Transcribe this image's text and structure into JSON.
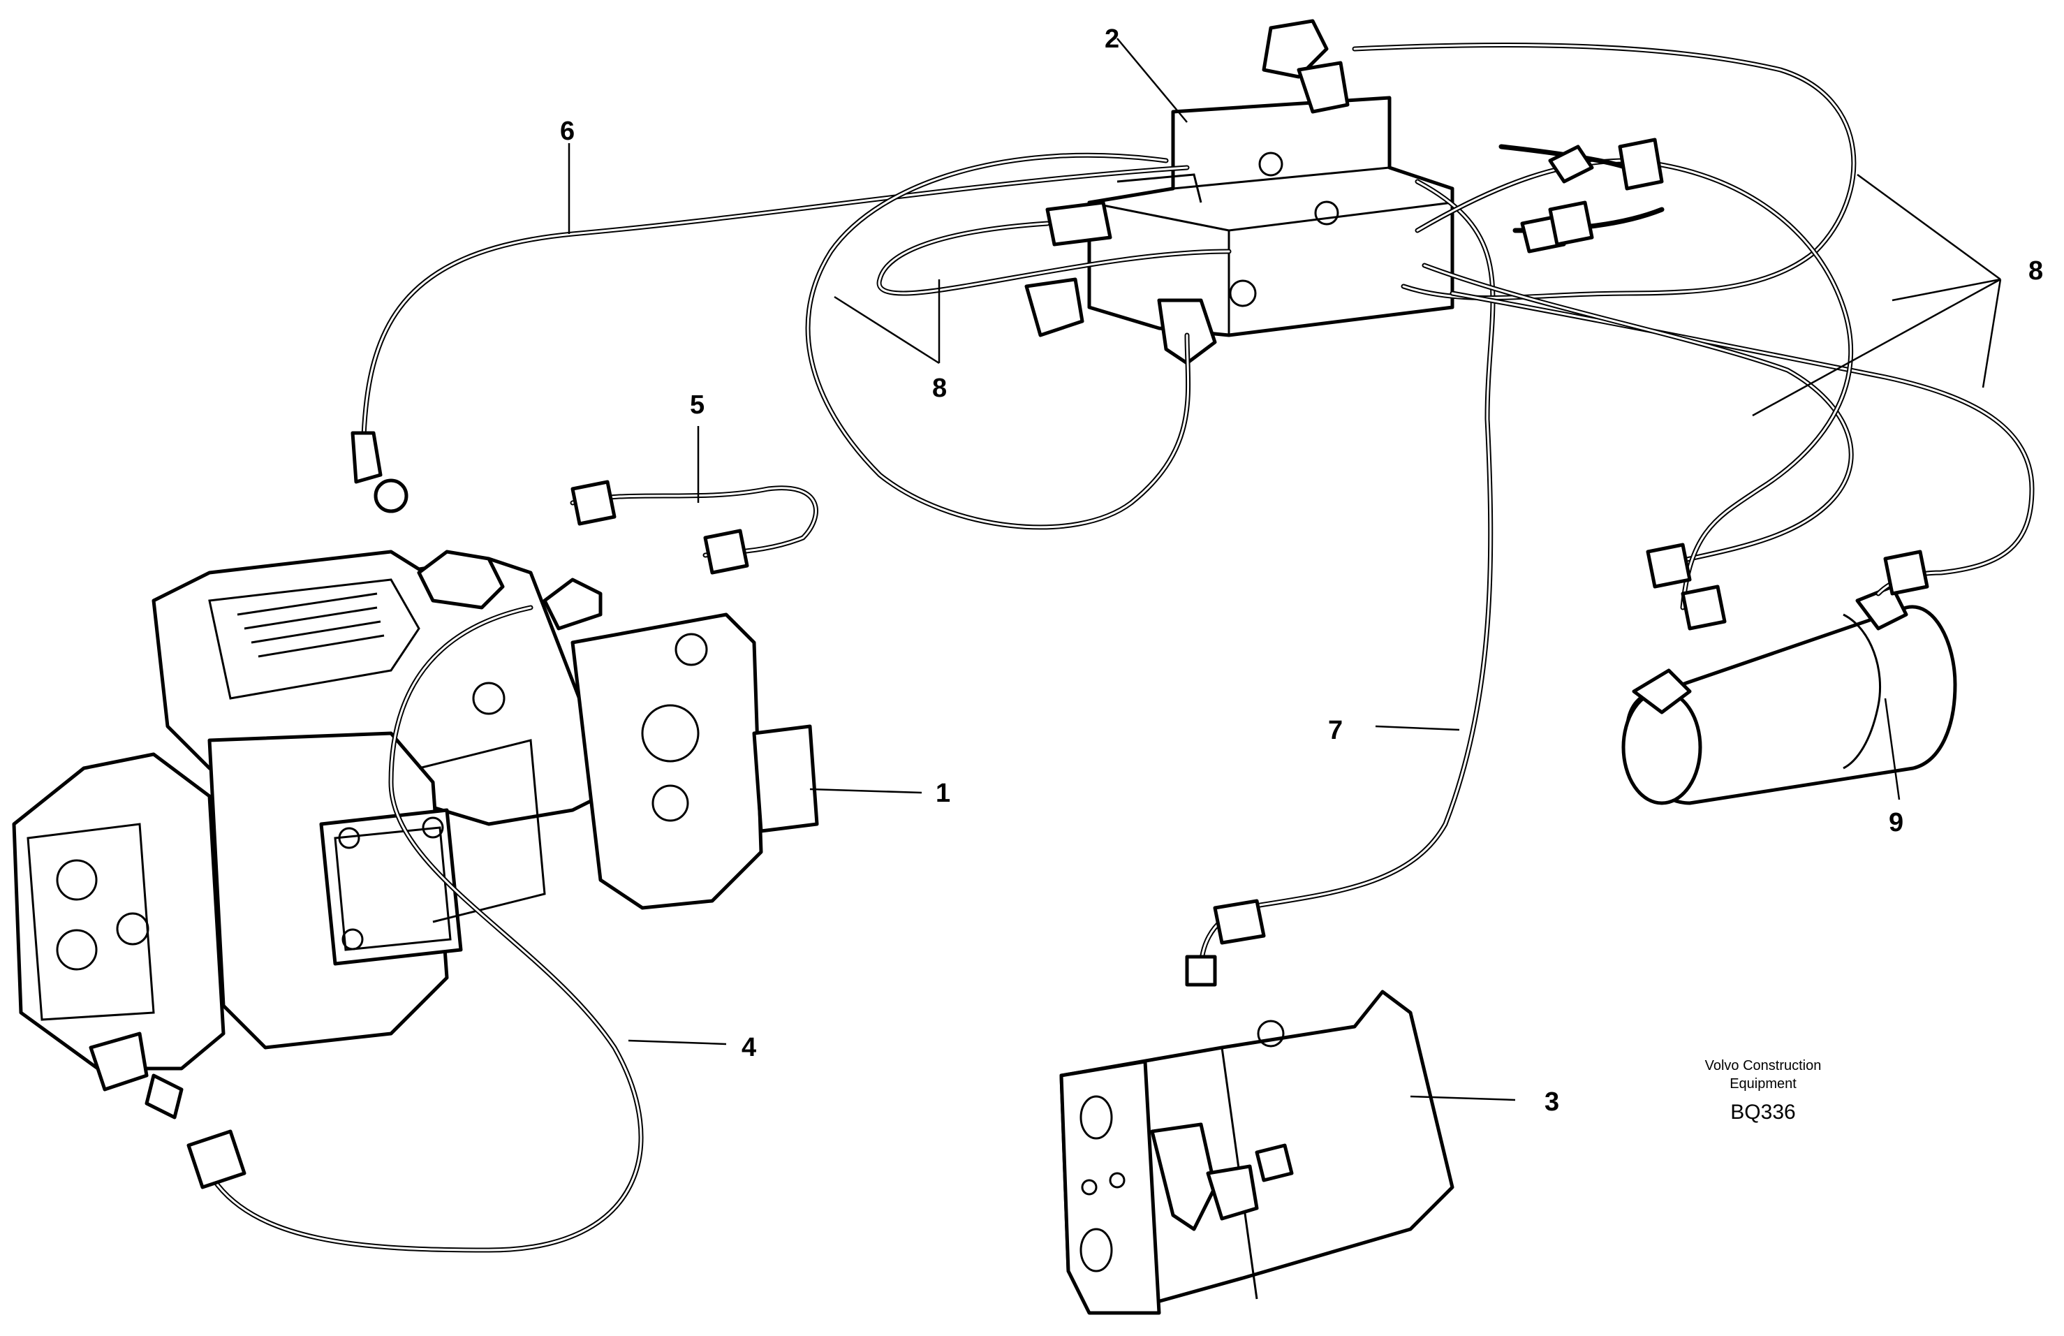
{
  "callouts": {
    "c1": "1",
    "c2": "2",
    "c3": "3",
    "c4": "4",
    "c5": "5",
    "c6": "6",
    "c7": "7",
    "c8a": "8",
    "c8b": "8",
    "c9": "9"
  },
  "credit": {
    "line1": "Volvo Construction",
    "line2": "Equipment",
    "code": "BQ336"
  }
}
